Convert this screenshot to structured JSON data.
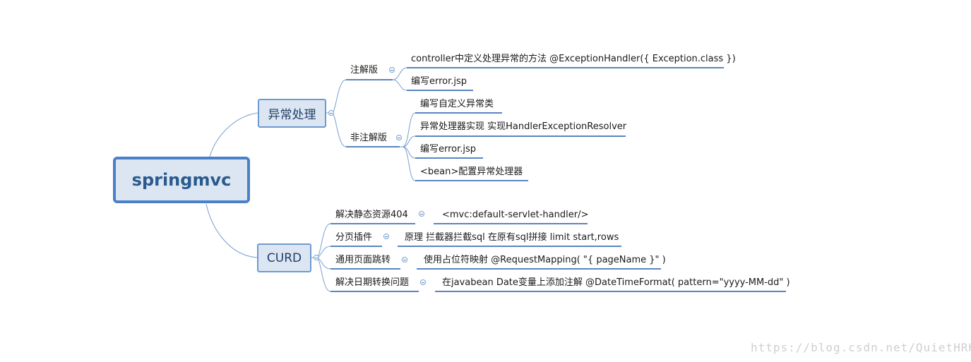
{
  "root": {
    "label": "springmvc"
  },
  "branches": [
    {
      "label": "异常处理"
    },
    {
      "label": "CURD"
    }
  ],
  "exception": {
    "annotated": {
      "label": "注解版",
      "items": [
        "controller中定义处理异常的方法 @ExceptionHandler({ Exception.class })",
        "编写error.jsp"
      ]
    },
    "non_annotated": {
      "label": "非注解版",
      "items": [
        "编写自定义异常类",
        "异常处理器实现 实现HandlerExceptionResolver",
        "编写error.jsp",
        "<bean>配置异常处理器"
      ]
    }
  },
  "curd": [
    {
      "label": "解决静态资源404",
      "detail": "<mvc:default-servlet-handler/>"
    },
    {
      "label": "分页插件",
      "detail": "原理 拦截器拦截sql 在原有sql拼接 limit start,rows"
    },
    {
      "label": "通用页面跳转",
      "detail": "使用占位符映射 @RequestMapping( \"{ pageName }\" )"
    },
    {
      "label": "解决日期转换问题",
      "detail": "在javabean Date变量上添加注解 @DateTimeFormat( pattern=\"yyyy-MM-dd\" )"
    }
  ],
  "watermark": "https://blog.csdn.net/QuietHRH",
  "colors": {
    "line": "#7a9fd0",
    "underline": "#5a85c0",
    "root_border": "#4a80c8",
    "fill": "#dce6f3"
  }
}
